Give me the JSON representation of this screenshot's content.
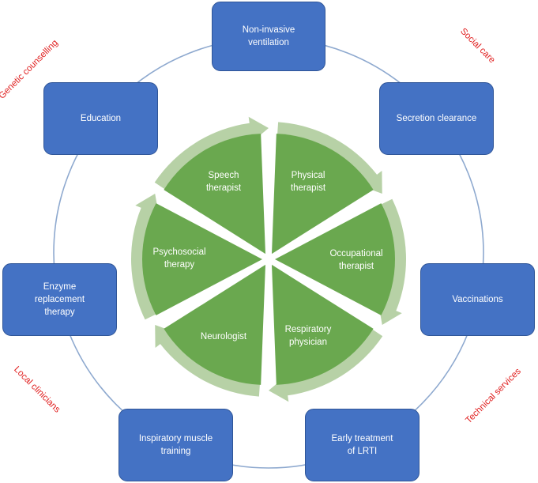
{
  "outer_boxes": [
    {
      "text": "Non-invasive\nventilation"
    },
    {
      "text": "Secretion clearance"
    },
    {
      "text": "Vaccinations"
    },
    {
      "text": "Early treatment\nof LRTI"
    },
    {
      "text": "Inspiratory muscle\ntraining"
    },
    {
      "text": "Enzyme\nreplacement\ntherapy"
    },
    {
      "text": "Education"
    }
  ],
  "inner_segments": [
    {
      "text": "Speech\ntherapist"
    },
    {
      "text": "Physical\ntherapist"
    },
    {
      "text": "Occupational\ntherapist"
    },
    {
      "text": "Respiratory\nphysician"
    },
    {
      "text": "Neurologist"
    },
    {
      "text": "Psychosocial\ntherapy"
    }
  ],
  "corner_labels": [
    {
      "text": "Genetic counselling"
    },
    {
      "text": "Social care"
    },
    {
      "text": "Technical services"
    },
    {
      "text": "Local clinicians"
    }
  ],
  "colors": {
    "box_fill": "#4472c4",
    "box_border": "#2f5597",
    "segment_green": "#6aa84f",
    "arrow_green": "#b7d1a6",
    "ring_line": "#8ea9cf",
    "corner_text": "#e02020"
  }
}
